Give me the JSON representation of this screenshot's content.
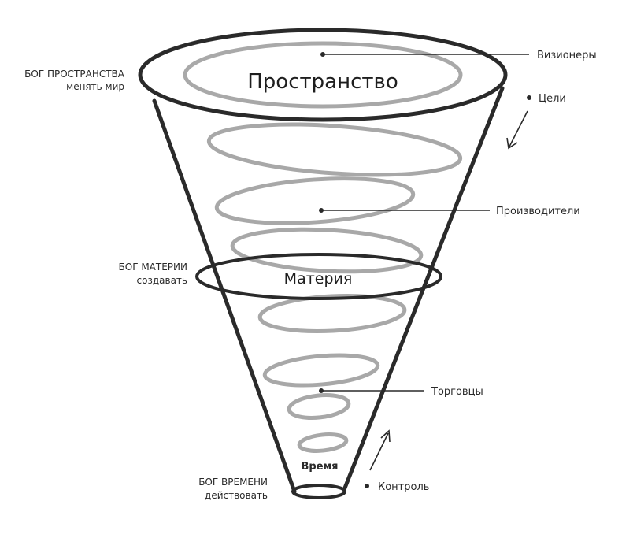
{
  "labels": {
    "space_center": "Пространство",
    "matter_center": "Материя",
    "time_center": "Время",
    "god_space_line1": "БОГ ПРОСТРАНСТВА",
    "god_space_line2": "менять мир",
    "god_matter_line1": "БОГ МАТЕРИИ",
    "god_matter_line2": "создавать",
    "god_time_line1": "БОГ ВРЕМЕНИ",
    "god_time_line2": "действовать",
    "visionaries": "Визионеры",
    "goals": "Цели",
    "producers": "Производители",
    "traders": "Торговцы",
    "control": "Контроль"
  },
  "colors": {
    "ink": "#2a2a2a",
    "spiral": "#9a9a9a"
  }
}
